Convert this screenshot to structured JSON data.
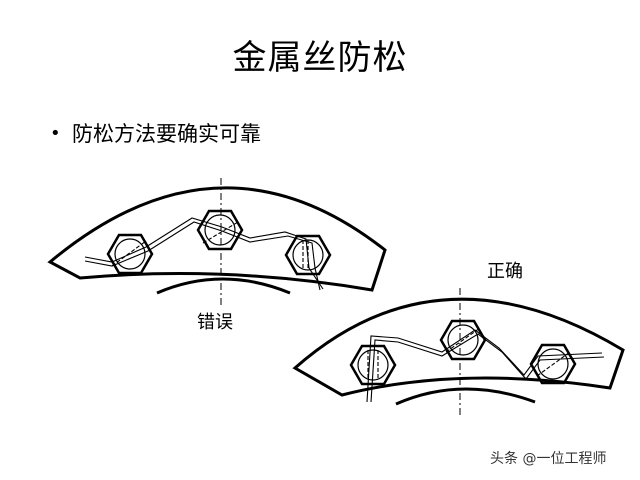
{
  "slide": {
    "title": "金属丝防松",
    "bullet": "防松方法要确实可靠"
  },
  "diagram": {
    "wrong_label": "错误",
    "right_label": "正确"
  },
  "watermark": "头条 @一位工程师"
}
